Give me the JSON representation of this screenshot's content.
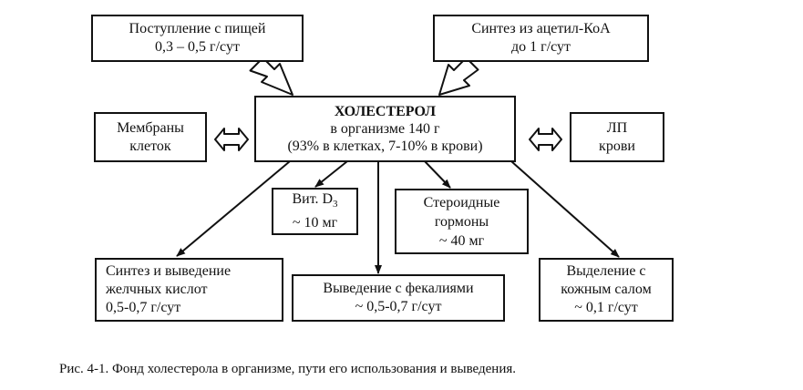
{
  "boxes": {
    "intake": {
      "line1": "Поступление с пищей",
      "line2": "0,3 – 0,5 г/сут"
    },
    "synthesis": {
      "line1": "Синтез из ацетил-КоА",
      "line2": "до 1 г/сут"
    },
    "cholesterol": {
      "title": "ХОЛЕСТЕРОЛ",
      "line2": "в организме 140 г",
      "line3": "(93% в клетках, 7-10% в крови)"
    },
    "membranes": {
      "line1": "Мембраны",
      "line2": "клеток"
    },
    "lp": {
      "line1": "ЛП",
      "line2": "крови"
    },
    "vitd": {
      "prefix": "Вит. D",
      "subscript": "3",
      "line2": "~ 10 мг"
    },
    "steroids": {
      "line1": "Стероидные",
      "line2": "гормоны",
      "line3": "~ 40 мг"
    },
    "bile": {
      "line1": "Синтез и выведение",
      "line2": "желчных кислот",
      "line3": "0,5-0,7 г/сут"
    },
    "feces": {
      "line1": "Выведение с фекалиями",
      "line2": "~ 0,5-0,7 г/сут"
    },
    "sebum": {
      "line1": "Выделение с",
      "line2": "кожным салом",
      "line3": "~ 0,1 г/сут"
    }
  },
  "caption": "Рис. 4-1.  Фонд холестерола в организме, пути его использования и выведения."
}
